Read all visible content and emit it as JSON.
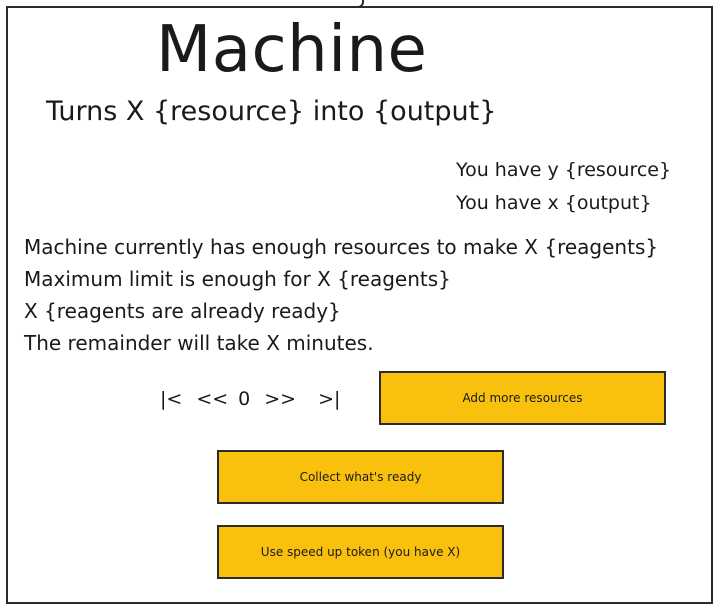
{
  "header": {
    "title": "Machine",
    "subtitle": "Turns X {resource} into {output}"
  },
  "inventory": {
    "resource_line": "You have y {resource}",
    "output_line": "You have x {output}"
  },
  "status": {
    "line1": "Machine currently has enough resources to make X {reagents}",
    "line2": "Maximum limit is enough for X {reagents}",
    "line3": "X {reagents are already ready}",
    "line4": "The remainder will take X minutes."
  },
  "stepper": {
    "first": "|<",
    "prev": "<<",
    "value": "0",
    "next": ">>",
    "last": ">|"
  },
  "buttons": {
    "add": "Add more resources",
    "collect": "Collect what's ready",
    "speed_up": "Use speed up token (you have X)"
  },
  "colors": {
    "button_fill": "#f9c10e",
    "border": "#2b2b2b"
  }
}
